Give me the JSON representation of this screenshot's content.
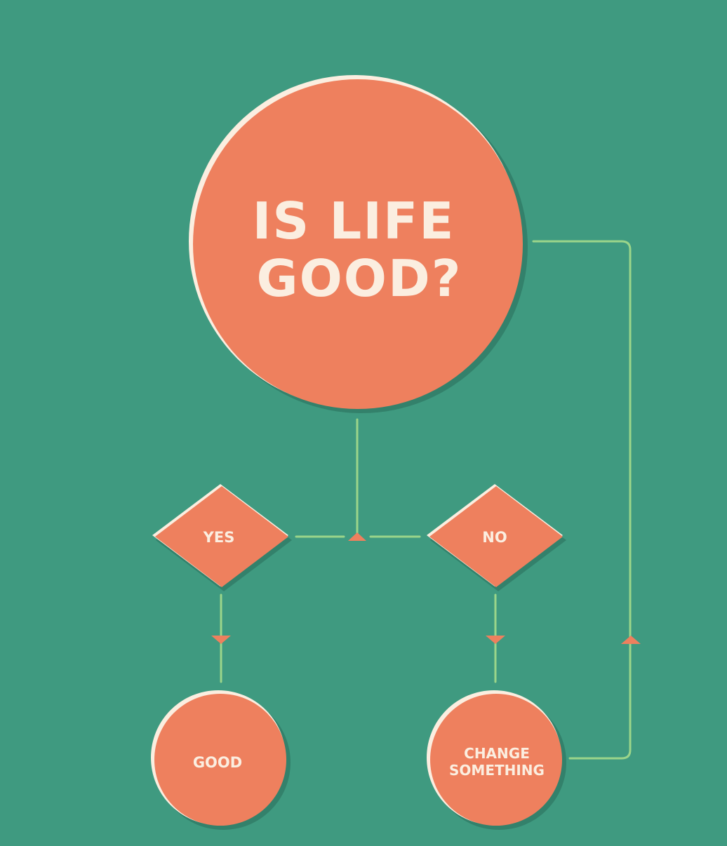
{
  "colors": {
    "background": "#3f9a80",
    "shape_fill": "#ee805e",
    "shape_highlight": "#fbeee0",
    "shape_shadow": "#2a6e5a",
    "connector": "#9bd58a",
    "text": "#fbeee0"
  },
  "nodes": {
    "question": {
      "line1": "IS LIFE",
      "line2": "GOOD?"
    },
    "yes": {
      "label": "YES"
    },
    "no": {
      "label": "NO"
    },
    "good": {
      "label": "GOOD"
    },
    "change": {
      "line1": "CHANGE",
      "line2": "SOMETHING"
    }
  }
}
